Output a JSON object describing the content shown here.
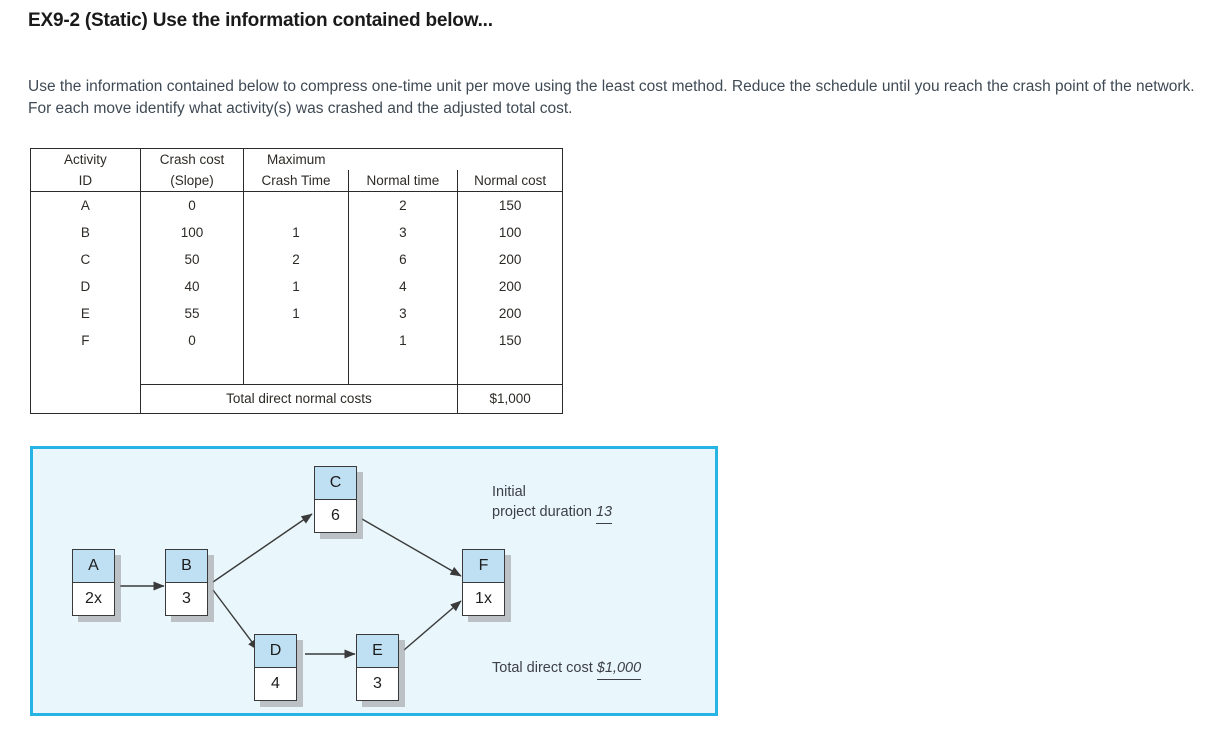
{
  "header": {
    "title": "EX9-2 (Static) Use the information contained below...",
    "prompt": "Use the information contained below to compress one-time unit per move using the least cost method. Reduce the schedule until you reach the crash point of the network. For each move identify what activity(s) was crashed and the adjusted total cost."
  },
  "table": {
    "headers_line1": [
      "Activity",
      "Crash cost",
      "Maximum",
      "",
      ""
    ],
    "headers_line2": [
      "ID",
      "(Slope)",
      "Crash Time",
      "Normal time",
      "Normal cost"
    ],
    "rows": [
      {
        "id": "A",
        "slope": "0",
        "crash_time": "",
        "normal_time": "2",
        "normal_cost": "150"
      },
      {
        "id": "B",
        "slope": "100",
        "crash_time": "1",
        "normal_time": "3",
        "normal_cost": "100"
      },
      {
        "id": "C",
        "slope": "50",
        "crash_time": "2",
        "normal_time": "6",
        "normal_cost": "200"
      },
      {
        "id": "D",
        "slope": "40",
        "crash_time": "1",
        "normal_time": "4",
        "normal_cost": "200"
      },
      {
        "id": "E",
        "slope": "55",
        "crash_time": "1",
        "normal_time": "3",
        "normal_cost": "200"
      },
      {
        "id": "F",
        "slope": "0",
        "crash_time": "",
        "normal_time": "1",
        "normal_cost": "150"
      }
    ],
    "total_label": "Total direct normal costs",
    "total_value": "$1,000"
  },
  "diagram": {
    "border_color": "#27b4e4",
    "fill_color": "#e9f6fc",
    "node_header_color": "#bfe0f2",
    "nodes": [
      {
        "key": "A",
        "label": "A",
        "duration": "2x"
      },
      {
        "key": "B",
        "label": "B",
        "duration": "3"
      },
      {
        "key": "C",
        "label": "C",
        "duration": "6"
      },
      {
        "key": "D",
        "label": "D",
        "duration": "4"
      },
      {
        "key": "E",
        "label": "E",
        "duration": "3"
      },
      {
        "key": "F",
        "label": "F",
        "duration": "1x"
      }
    ],
    "edges": [
      "A->B",
      "B->C",
      "B->D",
      "C->F",
      "D->E",
      "E->F"
    ],
    "annotations": {
      "duration_line1": "Initial",
      "duration_line2": "project duration",
      "duration_value": "13",
      "cost_label": "Total direct cost",
      "cost_value": "$1,000"
    }
  }
}
